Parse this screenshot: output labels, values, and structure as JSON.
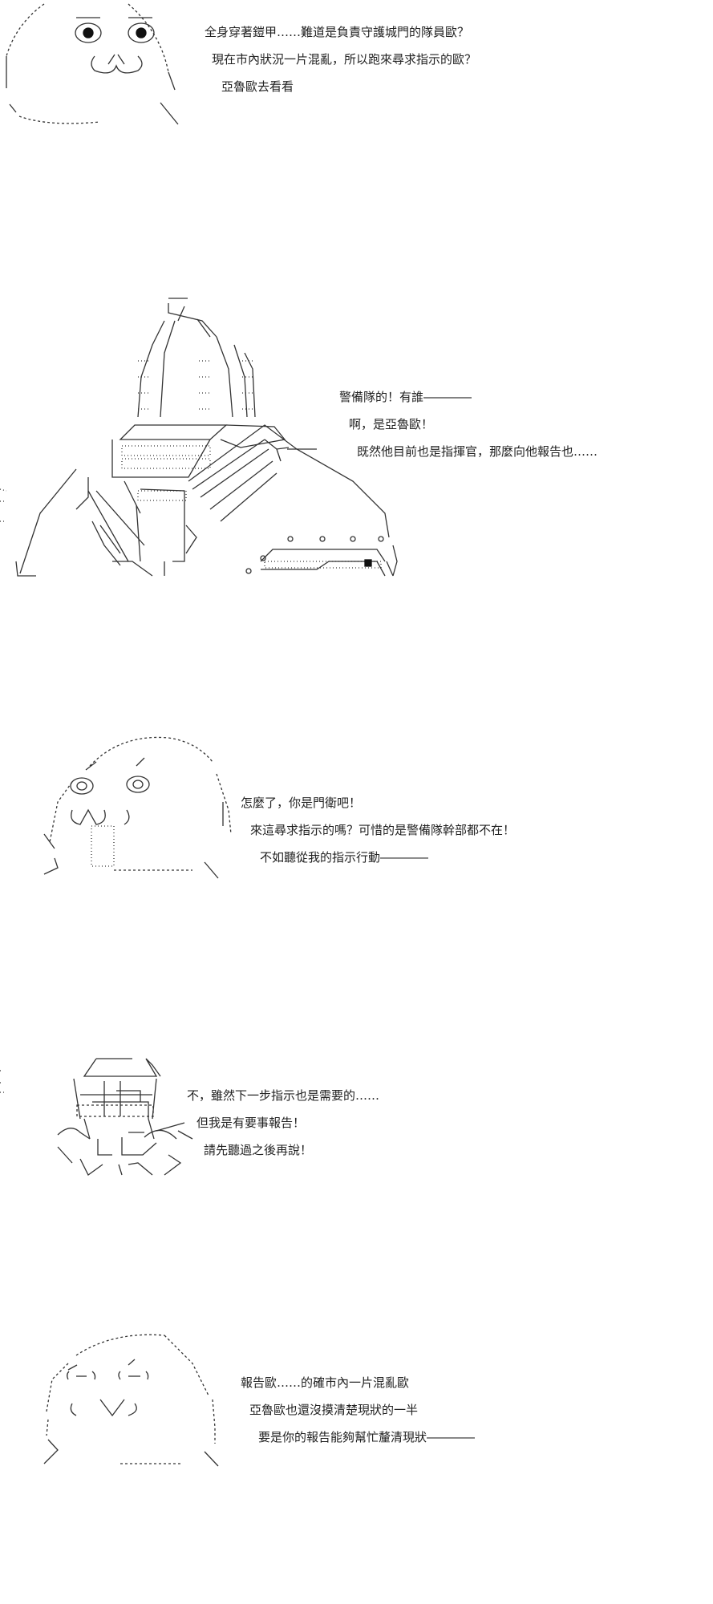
{
  "panels": [
    {
      "lines": [
        "全身穿著鎧甲……難道是負責守護城門的隊員歐？",
        "現在市內狀況一片混亂，所以跑來尋求指示的歐？",
        "亞魯歐去看看"
      ]
    },
    {
      "lines": [
        "警備隊的！有誰――――",
        "啊，是亞魯歐！",
        "既然他目前也是指揮官，那麼向他報告也……"
      ]
    },
    {
      "lines": [
        "怎麼了，你是門衛吧！",
        "來這尋求指示的嗎？可惜的是警備隊幹部都不在！",
        "不如聽從我的指示行動――――"
      ]
    },
    {
      "lines": [
        "不，雖然下一步指示也是需要的……",
        "但我是有要事報告！",
        "請先聽過之後再說！"
      ]
    },
    {
      "lines": [
        "報告歐……的確市內一片混亂歐",
        "亞魯歐也還沒摸清楚現狀的一半",
        "要是你的報告能夠幫忙釐清現狀――――"
      ]
    }
  ]
}
